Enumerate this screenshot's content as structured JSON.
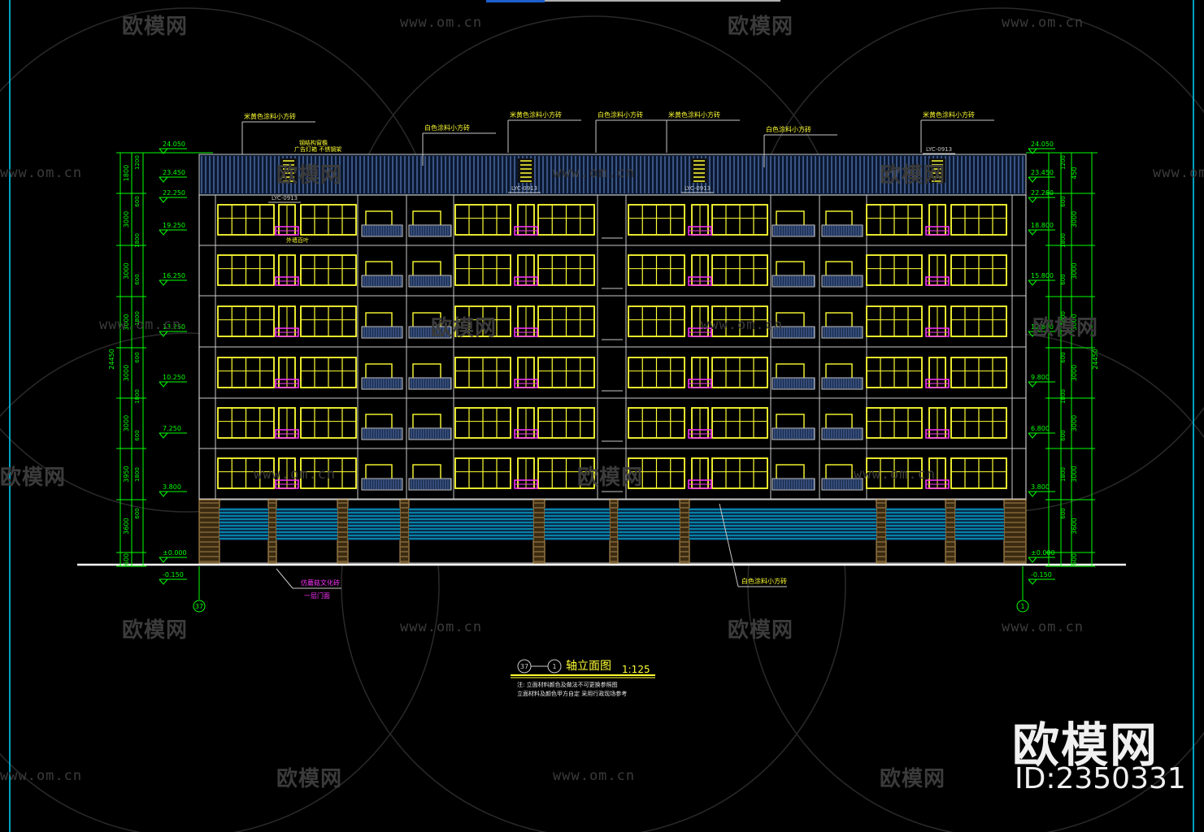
{
  "drawing": {
    "title": "轴立面图",
    "scale": "1:125",
    "axis_start": "37",
    "axis_end": "1",
    "notes": [
      "注:  立面材料颜色及做法不可更换参照图",
      "立面材料及颜色甲方自定    采用行政现场参考"
    ]
  },
  "material_labels": {
    "cream_tile": "米黄色涂料小方砖",
    "white_tile": "白色涂料小方砖",
    "base_stone": "仿蘑菇文化砖",
    "ground_floor_door": "一层门面",
    "window_code": "LYC-0913",
    "eave_note_1": "钢结构窗檐",
    "eave_note_2": "广告灯箱  不锈钢架",
    "parapet_note": "外墙百叶"
  },
  "dimensions": {
    "total_height": "24450",
    "left_segments": [
      "1800",
      "3000",
      "3000",
      "3000",
      "3000",
      "3000",
      "3950",
      "3600",
      "600"
    ],
    "right_segments": [
      "450",
      "3000",
      "3000",
      "3000",
      "3000",
      "3000",
      "3000",
      "3600",
      "600"
    ],
    "inner_segments": [
      "1200",
      "600",
      "1800",
      "600",
      "1800",
      "600",
      "1800",
      "600",
      "1800",
      "600"
    ]
  },
  "levels": {
    "left": [
      "24.050",
      "23.450",
      "22.250",
      "19.250",
      "16.250",
      "13.250",
      "10.250",
      "7.250",
      "3.800",
      "±0.000",
      "-0.150"
    ],
    "right": [
      "24.050",
      "23.450",
      "22.250",
      "18.800",
      "15.800",
      "12.800",
      "9.800",
      "6.800",
      "3.800",
      "±0.000",
      "-0.150"
    ]
  },
  "watermark": {
    "brand": "欧模网",
    "url": "www.om.cn",
    "logo_label": "欧模网",
    "id_label": "ID:2350331"
  },
  "colors": {
    "background": "#000000",
    "cad_green": "#00ff00",
    "window_yellow": "#ffff33",
    "magenta": "#ff33ff",
    "cyan": "#00d8ff",
    "steel_blue": "#4f6fa8",
    "gray_line": "#c8c8c8",
    "brick": "#c8a060"
  }
}
